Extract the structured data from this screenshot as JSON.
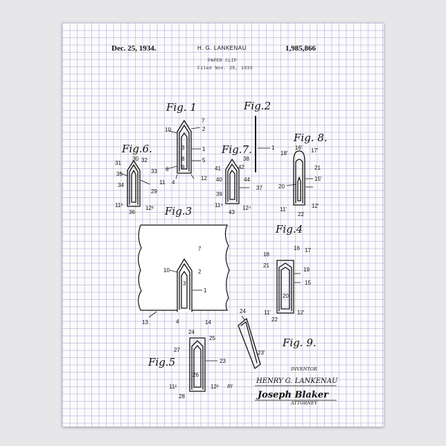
{
  "header": {
    "date": "Dec. 25, 1934.",
    "inventor_name": "H. G. LANKENAU",
    "patent_number": "1,985,866",
    "title": "PAPER CLIP",
    "filed": "Filed Nov. 25, 1933"
  },
  "figures": {
    "fig1": "Fig. 1",
    "fig2": "Fig.2",
    "fig3": "Fig.3",
    "fig4": "Fig.4",
    "fig5": "Fig.5",
    "fig6": "Fig.6.",
    "fig7": "Fig.7.",
    "fig8": "Fig. 8.",
    "fig9": "Fig. 9."
  },
  "references": {
    "fig1": [
      "7",
      "2",
      "10",
      "1",
      "3",
      "8",
      "5",
      "9",
      "6",
      "4",
      "11",
      "12"
    ],
    "fig2": [
      "1"
    ],
    "fig6": [
      "30",
      "31",
      "32",
      "35",
      "33",
      "34",
      "29",
      "11³",
      "36",
      "12³"
    ],
    "fig7": [
      "38",
      "42",
      "41",
      "40",
      "44",
      "37",
      "39",
      "11⁴",
      "43",
      "12⁴"
    ],
    "fig8": [
      "16'",
      "18'",
      "17'",
      "21",
      "15'",
      "20",
      "11'",
      "22",
      "12'"
    ],
    "fig3": [
      "7",
      "2",
      "10",
      "3",
      "1",
      "13",
      "4",
      "14"
    ],
    "fig4": [
      "16",
      "17",
      "18",
      "21",
      "19",
      "15",
      "20",
      "11'",
      "22",
      "12'"
    ],
    "fig5": [
      "24",
      "25",
      "27",
      "23",
      "26",
      "11²",
      "12²",
      "28"
    ],
    "fig9": [
      "24",
      "23'"
    ]
  },
  "signature": {
    "inventor_label": "INVENTOR",
    "inventor": "HENRY G. LANKENAU",
    "by": "BY",
    "attorney_signature": "Joseph Blaker",
    "attorney_label": "ATTORNEY"
  }
}
